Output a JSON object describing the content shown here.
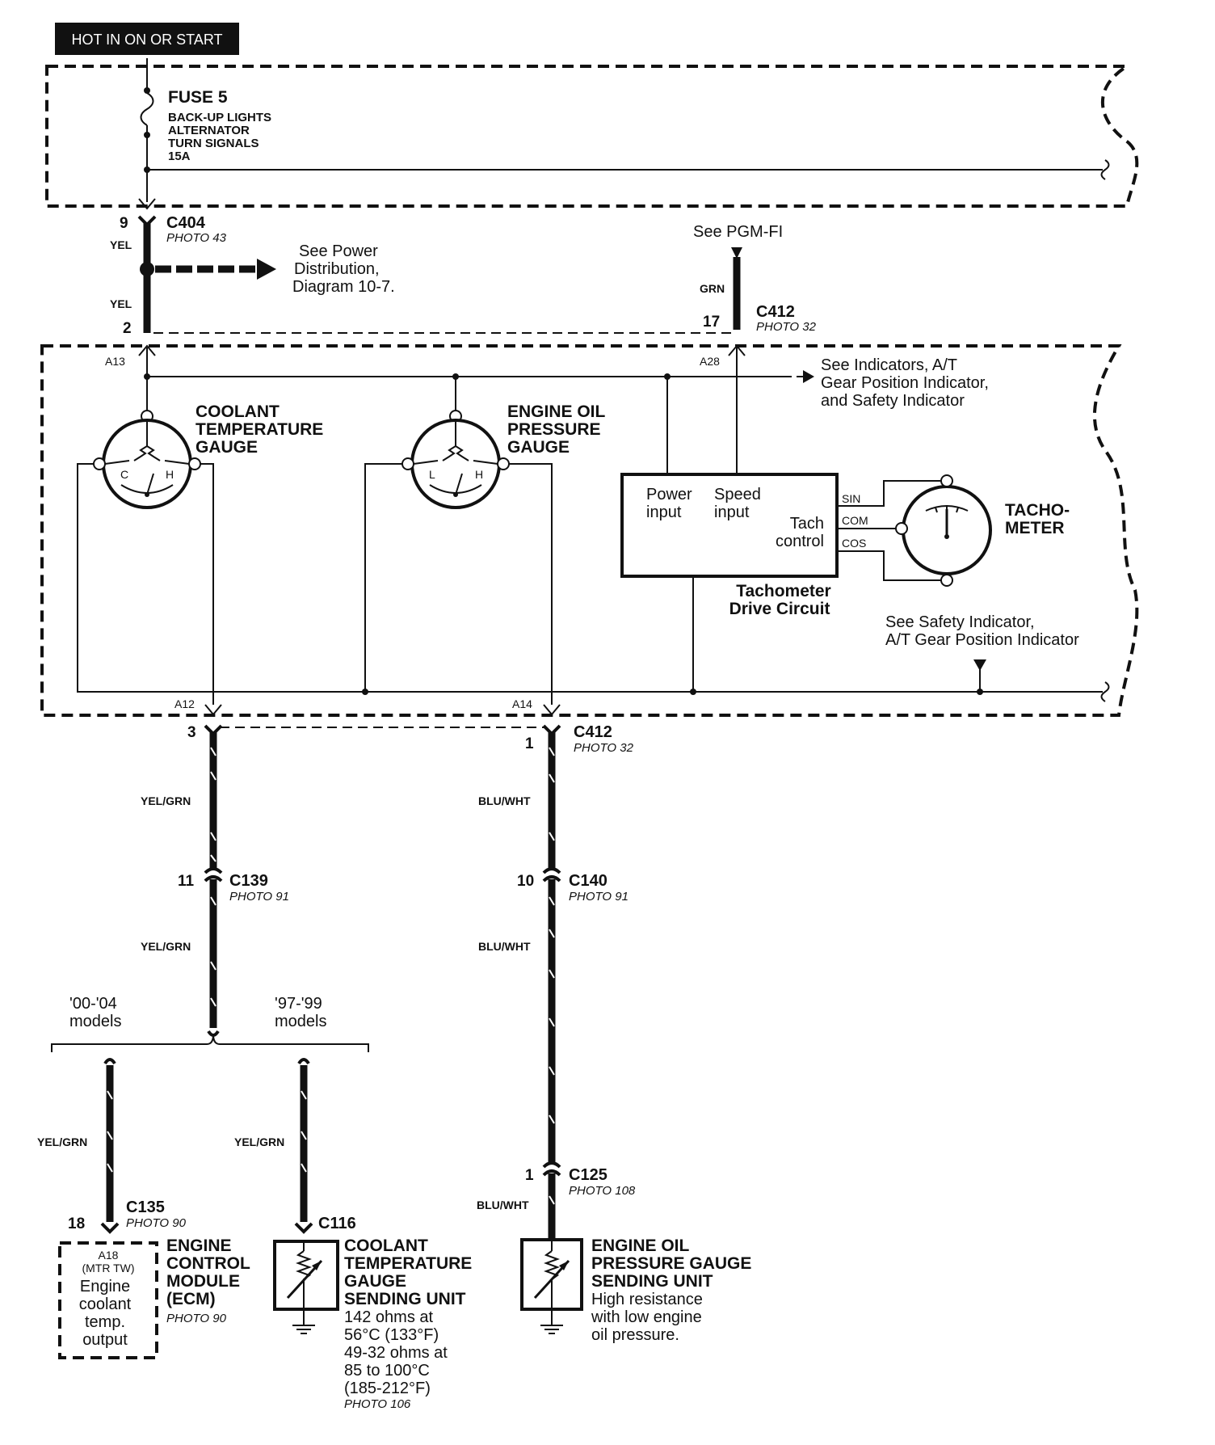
{
  "header": {
    "label": "HOT IN ON OR START"
  },
  "fuse": {
    "name": "FUSE 5",
    "circuits": [
      "BACK-UP LIGHTS",
      "ALTERNATOR",
      "TURN SIGNALS"
    ],
    "rating": "15A"
  },
  "c404": {
    "name": "C404",
    "photo": "PHOTO 43",
    "pin_top": "9",
    "pin_bottom": "2"
  },
  "wires": {
    "yel": "YEL",
    "grn": "GRN",
    "yel_grn": "YEL/GRN",
    "blu_wht": "BLU/WHT"
  },
  "power_distribution_ref": [
    "See Power",
    "Distribution,",
    "Diagram 10-7."
  ],
  "pgm_fi_ref": "See PGM-FI",
  "c412_top": {
    "name": "C412",
    "photo": "PHOTO 32",
    "pin": "17"
  },
  "cluster_pins": {
    "a13": "A13",
    "a28": "A28",
    "a12": "A12",
    "a14": "A14"
  },
  "indicators_ref": [
    "See Indicators, A/T",
    "Gear Position Indicator,",
    "and Safety Indicator"
  ],
  "coolant_gauge": {
    "label": [
      "COOLANT",
      "TEMPERATURE",
      "GAUGE"
    ],
    "cold": "C",
    "hot": "H"
  },
  "oil_gauge": {
    "label": [
      "ENGINE OIL",
      "PRESSURE",
      "GAUGE"
    ],
    "low": "L",
    "high": "H"
  },
  "tach_drive": {
    "power_input": [
      "Power",
      "input"
    ],
    "speed_input": [
      "Speed",
      "input"
    ],
    "tach_control": [
      "Tach",
      "control"
    ],
    "title": [
      "Tachometer",
      "Drive Circuit"
    ],
    "sin": "SIN",
    "com": "COM",
    "cos": "COS"
  },
  "tachometer": {
    "label": [
      "TACHO-",
      "METER"
    ]
  },
  "safety_ref": [
    "See Safety Indicator,",
    "A/T Gear Position Indicator"
  ],
  "c412_bottom": {
    "name": "C412",
    "photo": "PHOTO 32",
    "pin_left": "3",
    "pin_right": "1"
  },
  "c139": {
    "name": "C139",
    "photo": "PHOTO 91",
    "pin": "11"
  },
  "c140": {
    "name": "C140",
    "photo": "PHOTO 91",
    "pin": "10"
  },
  "model_split": {
    "left": [
      "'00-'04",
      "models"
    ],
    "right": [
      "'97-'99",
      "models"
    ]
  },
  "c125": {
    "name": "C125",
    "photo": "PHOTO 108",
    "pin": "1"
  },
  "c135": {
    "name": "C135",
    "photo": "PHOTO 90",
    "pin": "18"
  },
  "c116": {
    "name": "C116"
  },
  "ecm": {
    "pin_label": [
      "A18",
      "(MTR TW)"
    ],
    "output": [
      "Engine",
      "coolant",
      "temp.",
      "output"
    ],
    "title": [
      "ENGINE",
      "CONTROL",
      "MODULE",
      "(ECM)"
    ],
    "photo": "PHOTO 90"
  },
  "coolant_sender": {
    "title": [
      "COOLANT",
      "TEMPERATURE",
      "GAUGE",
      "SENDING UNIT"
    ],
    "spec": [
      "142 ohms at",
      "56°C (133°F)",
      "49-32 ohms at",
      "85 to 100°C",
      "(185-212°F)"
    ],
    "photo": "PHOTO 106"
  },
  "oil_sender": {
    "title": [
      "ENGINE OIL",
      "PRESSURE GAUGE",
      "SENDING UNIT"
    ],
    "spec": [
      "High resistance",
      "with low engine",
      "oil pressure."
    ]
  }
}
